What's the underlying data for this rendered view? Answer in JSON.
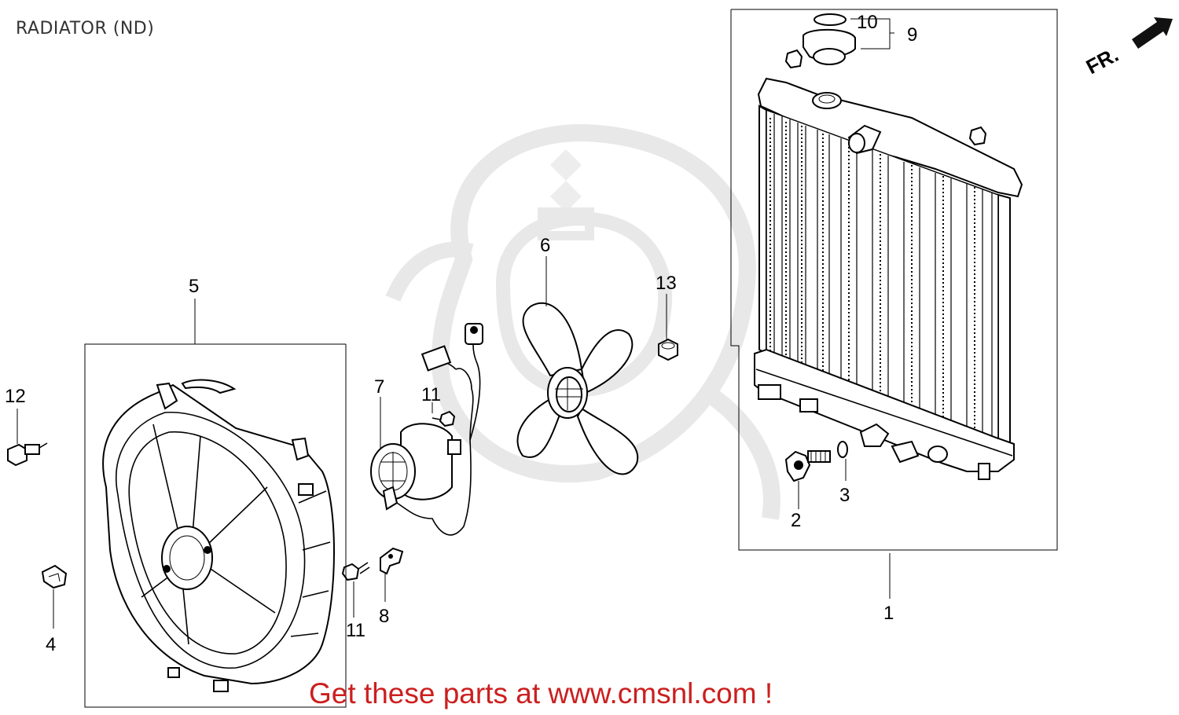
{
  "diagram": {
    "title": "RADIATOR (ND)",
    "orientation_label": "FR.",
    "footer_link": "Get these parts at www.cmsnl.com !",
    "callouts": {
      "radiator": "1",
      "drain_cock": "2",
      "o_ring": "3",
      "clip": "4",
      "shroud": "5",
      "fan": "6",
      "motor": "7",
      "bracket": "8",
      "cap": "9",
      "cap_seal": "10",
      "bolt_upper": "11",
      "bolt_lower": "11",
      "flange_bolt": "12",
      "cushion": "13"
    }
  },
  "colors": {
    "footer_link": "#cc1f1f",
    "ink": "#000000",
    "watermark": "#e6e6e6"
  }
}
